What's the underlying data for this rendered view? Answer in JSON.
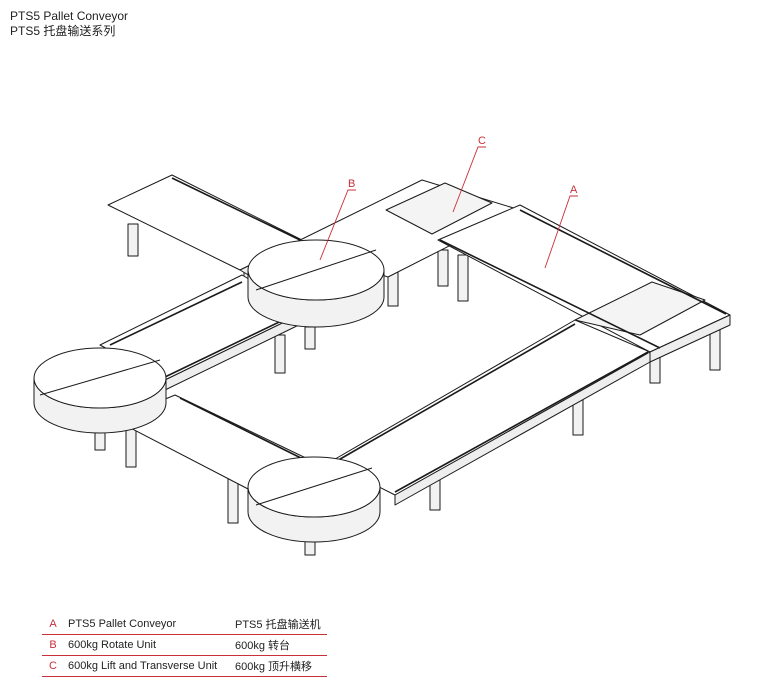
{
  "header": {
    "title_en": "PTS5 Pallet Conveyor",
    "title_cn": "PTS5 托盘输送系列"
  },
  "callouts": {
    "a": "A",
    "b": "B",
    "c": "C"
  },
  "legend": [
    {
      "letter": "A",
      "en": "PTS5 Pallet Conveyor",
      "cn": "PTS5 托盘输送机"
    },
    {
      "letter": "B",
      "en": "600kg Rotate Unit",
      "cn": "600kg 转台"
    },
    {
      "letter": "C",
      "en": "600kg Lift and Transverse Unit",
      "cn": "600kg 顶升横移"
    }
  ],
  "colors": {
    "accent": "#c8303a",
    "line": "#1a1a1a"
  }
}
